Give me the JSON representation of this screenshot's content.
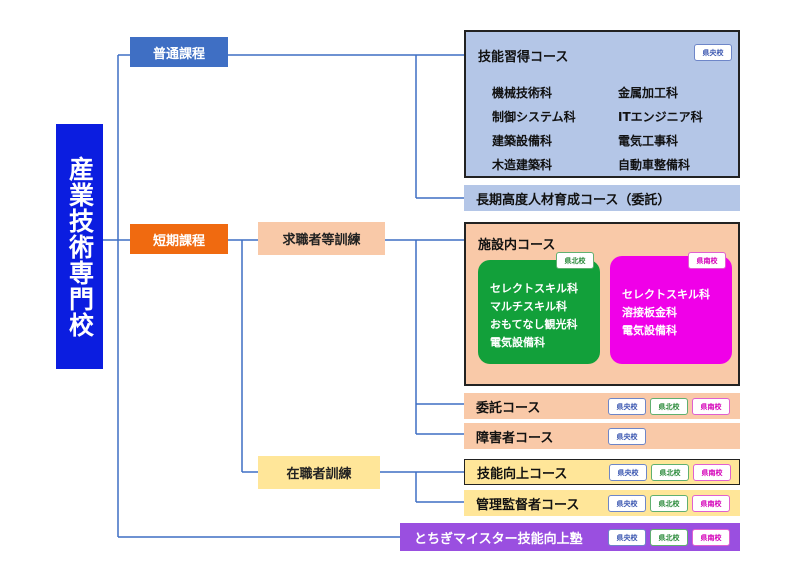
{
  "root": {
    "label": "産業技術専門校",
    "color": "#0b1de0"
  },
  "categories": {
    "futsu": {
      "label": "普通課程",
      "color": "#3f6fc4"
    },
    "tanki": {
      "label": "短期課程",
      "color": "#f06a10"
    }
  },
  "subcategories": {
    "kyushoku": "求職者等訓練",
    "zaishoku": "在職者訓練"
  },
  "courses": {
    "ginou": {
      "title": "技能習得コース",
      "tag": "県央校",
      "items": [
        "機械技術科",
        "金属加工科",
        "制御システム科",
        "ITエンジニア科",
        "建築設備科",
        "電気工事科",
        "木造建築科",
        "自動車整備科"
      ]
    },
    "choki": {
      "title": "長期高度人材育成コース（委託）"
    },
    "shisetsu": {
      "title": "施設内コース",
      "north": {
        "tag": "県北校",
        "items": [
          "セレクトスキル科",
          "マルチスキル科",
          "おもてなし観光科",
          "電気設備科"
        ],
        "color": "#12a03a"
      },
      "south": {
        "tag": "県南校",
        "items": [
          "セレクトスキル科",
          "溶接板金科",
          "電気設備科"
        ],
        "color": "#f000e8"
      }
    },
    "itaku": {
      "title": "委託コース",
      "tags": [
        "県央校",
        "県北校",
        "県南校"
      ]
    },
    "shogai": {
      "title": "障害者コース",
      "tags": [
        "県央校"
      ]
    },
    "koujou": {
      "title": "技能向上コース",
      "tags": [
        "県央校",
        "県北校",
        "県南校"
      ]
    },
    "kanri": {
      "title": "管理監督者コース",
      "tags": [
        "県央校",
        "県北校",
        "県南校"
      ]
    },
    "meister": {
      "title": "とちぎマイスター技能向上塾",
      "tags": [
        "県央校",
        "県北校",
        "県南校"
      ],
      "color": "#9a4fe0"
    }
  },
  "colors": {
    "line": "#3f6fc4",
    "futsu_panel": "#b4c6e7",
    "tanki_panel": "#f9c9a8",
    "zaishoku_panel": "#ffe699"
  }
}
